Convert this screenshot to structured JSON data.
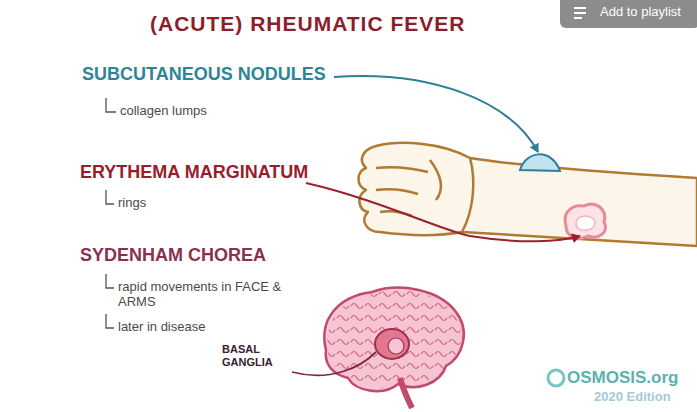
{
  "diagram": {
    "title": "(ACUTE) RHEUMATIC FEVER",
    "labels": [
      "SUBCUTANEOUS NODULES",
      "collagen lumps",
      "ERYTHEMA MARGINATUM",
      "rings",
      "SYDENHAM CHOREA",
      "rapid movements in FACE & ARMS",
      "later in disease",
      "BASAL GANGLIA",
      "Add to playlist",
      "OSMOSIS.org",
      "2020 Edition"
    ]
  }
}
